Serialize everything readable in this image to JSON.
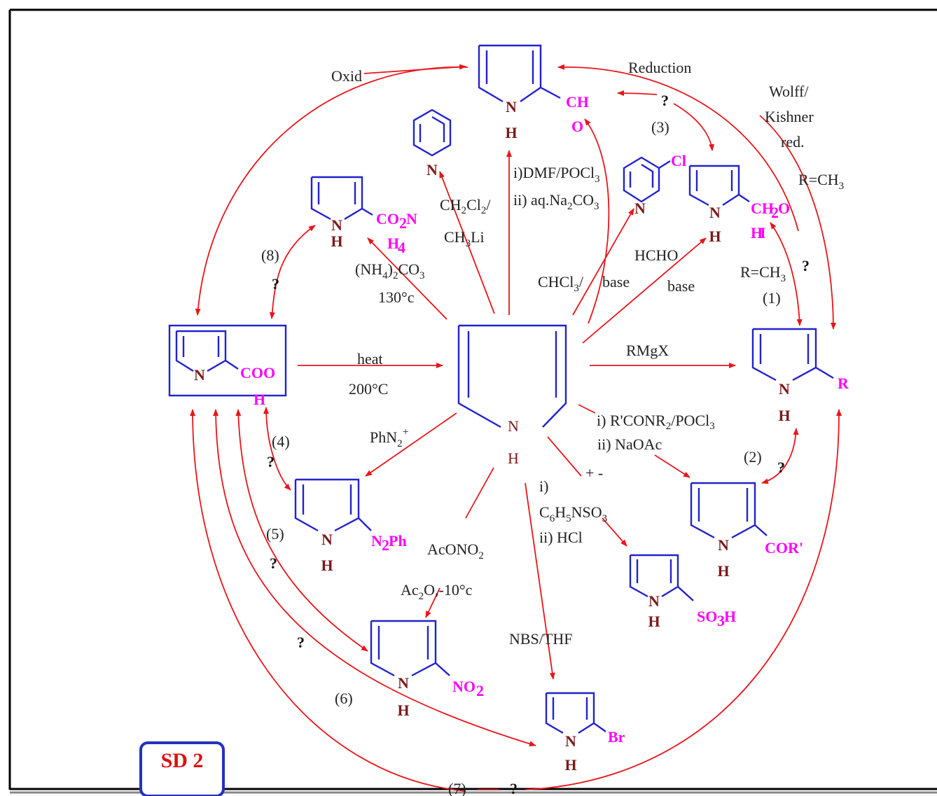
{
  "badge": "SD 2",
  "labels": {
    "oxid": "Oxid",
    "reduction": "Reduction",
    "wolff": "Wolff/",
    "kishner": "Kishner",
    "red": "red.",
    "r_ch3_top": "R=CH",
    "dmf": "i)DMF/POCl",
    "na2co3": "ii) aq.Na",
    "ch2cl2": "CH",
    "ch3li": "CH",
    "nh42co3": "(NH",
    "temp130": "130°c",
    "chcl3": "CHCl",
    "base1": "base",
    "hcho": "HCHO",
    "base2": "base",
    "r_ch3_mid": "R=CH",
    "heat": "heat",
    "temp200": "200°C",
    "rmgx": "RMgX",
    "rconr2": "i) R'CONR",
    "naoac": "ii) NaOAc",
    "phn2": "PhN",
    "plusminus": "+   -",
    "i_step": "i)",
    "c6h5nso3": "C",
    "hcl": "ii) HCl",
    "aconox": "AcONO",
    "ac2o": "Ac",
    "nbs": "NBS/THF"
  },
  "step_numbers": {
    "s1": "(1)",
    "s2": "(2)",
    "s3": "(3)",
    "s4": "(4)",
    "s5": "(5)",
    "s6": "(6)",
    "s7": "(7)",
    "s8": "(8)"
  },
  "question_mark": "?",
  "atoms": {
    "n": "N",
    "h": "H",
    "cl": "Cl"
  },
  "substituents": {
    "cho_a": "CH",
    "cho_b": "O",
    "ch2oh_a": "CH",
    "ch2oh_b": "H",
    "co2nh4_a": "CO",
    "co2nh4_b": "H",
    "cooh_a": "COO",
    "cooh_b": "H",
    "r": "R",
    "corp": "COR'",
    "n2ph": "N",
    "so3h": "SO",
    "no2": "NO",
    "br": "Br"
  },
  "colors": {
    "ring": "#2222cc",
    "arrow": "#e8161b",
    "substituent": "#ff00ff",
    "atom": "#7a1a1a",
    "badge_text": "#dd1111"
  }
}
